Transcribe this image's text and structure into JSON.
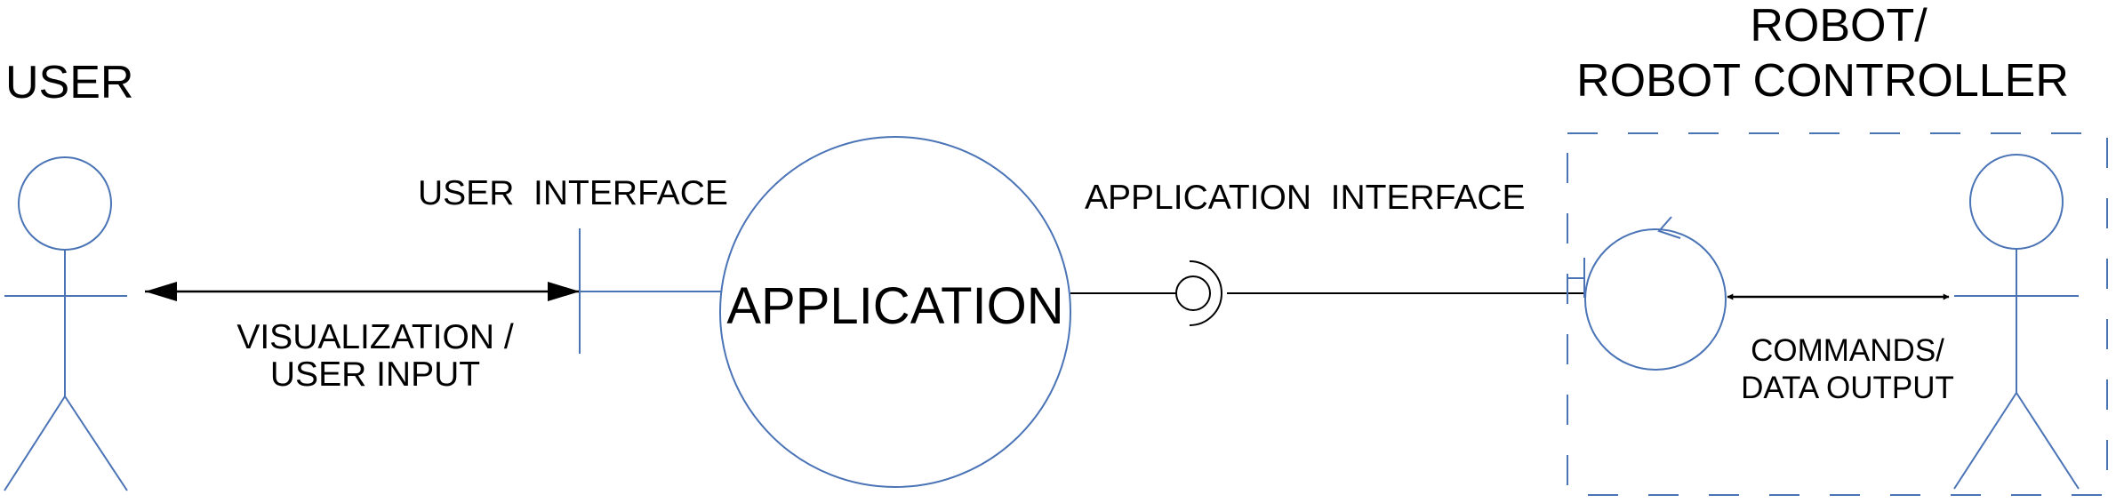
{
  "colors": {
    "shape_stroke": "#4a74b6",
    "line": "#000000",
    "background": "#ffffff"
  },
  "actors": {
    "user": {
      "title": "USER",
      "icon": "stick-figure-icon"
    },
    "robot": {
      "title_line1": "ROBOT/",
      "title_line2": "ROBOT CONTROLLER",
      "icon": "stick-figure-icon"
    }
  },
  "interfaces": {
    "user_interface": "USER  INTERFACE",
    "application_interface": "APPLICATION  INTERFACE"
  },
  "application": {
    "label": "APPLICATION"
  },
  "flows": {
    "user_flow_line1": "VISUALIZATION /",
    "user_flow_line2": "USER INPUT",
    "robot_flow_line1": "COMMANDS/",
    "robot_flow_line2": "DATA OUTPUT"
  },
  "icons": {
    "control_loop": "control-loop-icon",
    "provided_interface": "lollipop-socket-icon"
  }
}
